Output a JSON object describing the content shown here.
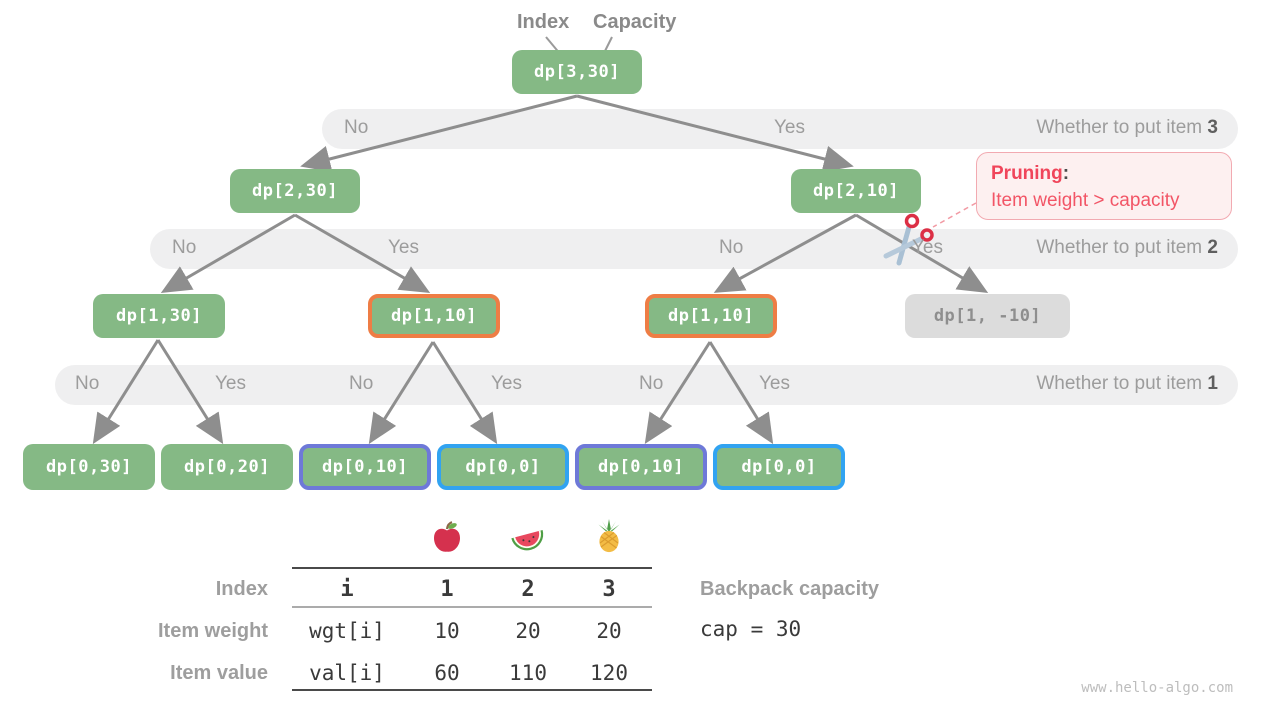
{
  "header": {
    "index_label": "Index",
    "capacity_label": "Capacity"
  },
  "nodes": {
    "root": "dp[3,30]",
    "l2_no": "dp[2,30]",
    "l2_yes": "dp[2,10]",
    "l3_a": "dp[1,30]",
    "l3_b": "dp[1,10]",
    "l3_c": "dp[1,10]",
    "l3_d": "dp[1, -10]",
    "l4_a": "dp[0,30]",
    "l4_b": "dp[0,20]",
    "l4_c": "dp[0,10]",
    "l4_d": "dp[0,0]",
    "l4_e": "dp[0,10]",
    "l4_f": "dp[0,0]"
  },
  "bands": {
    "item3": {
      "no": "No",
      "yes": "Yes",
      "question": "Whether to put item ",
      "num": "3"
    },
    "item2": {
      "no1": "No",
      "yes1": "Yes",
      "no2": "No",
      "yes2": "Yes",
      "question": "Whether to put item ",
      "num": "2"
    },
    "item1": {
      "no1": "No",
      "yes1": "Yes",
      "no2": "No",
      "yes2": "Yes",
      "no3": "No",
      "yes3": "Yes",
      "question": "Whether to put item ",
      "num": "1"
    }
  },
  "pruning": {
    "title": "Pruning",
    "colon": ":",
    "desc": "Item weight > capacity"
  },
  "table": {
    "row_labels": {
      "index": "Index",
      "weight": "Item weight",
      "value": "Item value"
    },
    "header": {
      "c0": "i",
      "c1": "1",
      "c2": "2",
      "c3": "3"
    },
    "weight_row": {
      "c0": "wgt[i]",
      "c1": "10",
      "c2": "20",
      "c3": "20"
    },
    "value_row": {
      "c0": "val[i]",
      "c1": "60",
      "c2": "110",
      "c3": "120"
    },
    "fruits": [
      "apple",
      "watermelon",
      "pineapple"
    ]
  },
  "capacity": {
    "label": "Backpack capacity",
    "value": "cap = 30"
  },
  "watermark": "www.hello-algo.com",
  "colors": {
    "node_green": "#85b985",
    "node_gray": "#dcdcdc",
    "highlight_orange": "#ee7d45",
    "highlight_purple": "#6e79d8",
    "highlight_blue": "#31a3f1",
    "band_bg": "#efeff0",
    "arrow": "#8e8e8e",
    "pruning_red": "#f25566",
    "pruning_border": "#f2aab1",
    "pruning_bg": "#fdf0f0"
  }
}
